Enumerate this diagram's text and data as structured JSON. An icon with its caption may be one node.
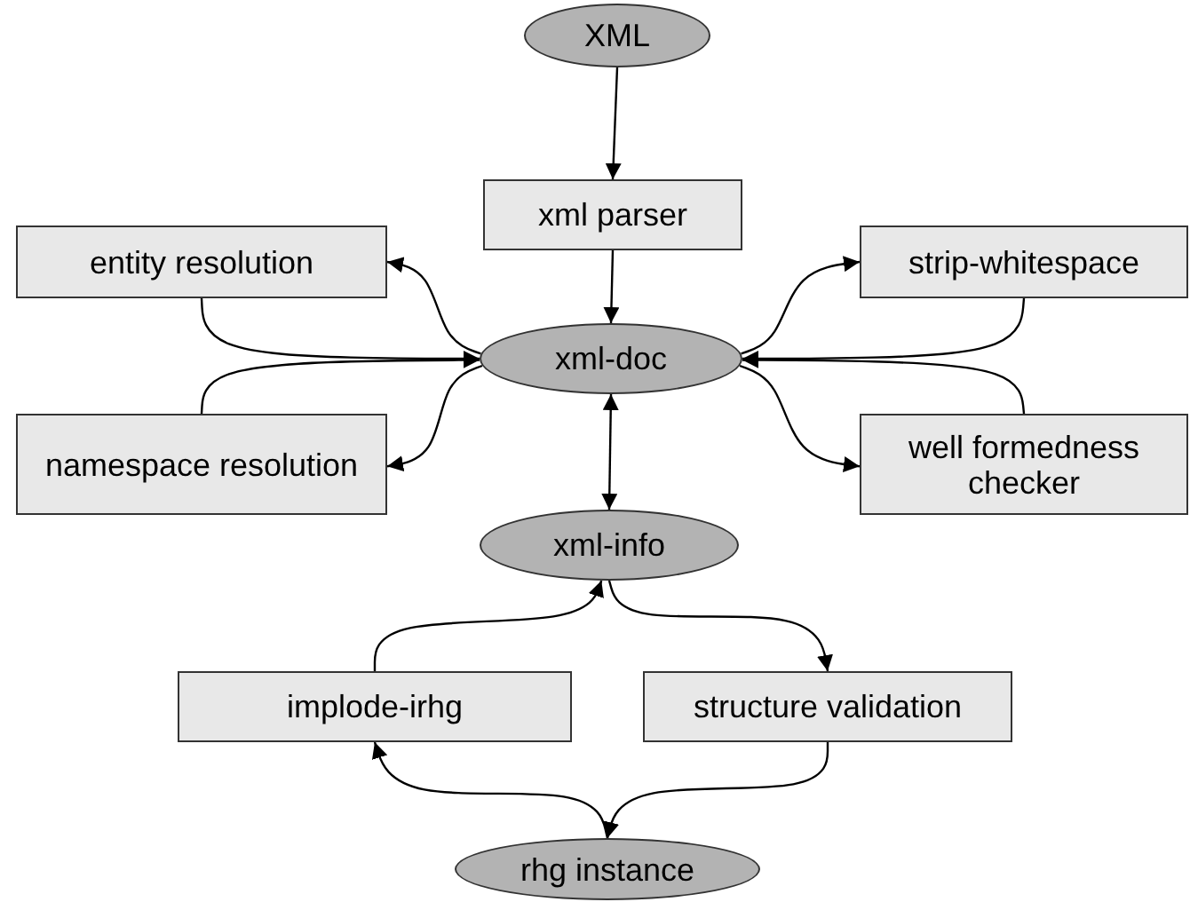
{
  "diagram": {
    "nodes": [
      {
        "text": [
          "XML"
        ]
      },
      {
        "text": [
          "xml parser"
        ]
      },
      {
        "text": [
          "entity resolution"
        ]
      },
      {
        "text": [
          "strip-whitespace"
        ]
      },
      {
        "text": [
          "xml-doc"
        ]
      },
      {
        "text": [
          "namespace resolution"
        ]
      },
      {
        "text": [
          "well formedness checker"
        ]
      },
      {
        "text": [
          "xml-info"
        ]
      },
      {
        "text": [
          "implode-irhg"
        ]
      },
      {
        "text": [
          "structure validation"
        ]
      },
      {
        "text": [
          "rhg instance"
        ]
      }
    ],
    "edges": [
      {
        "from": 0,
        "to": 1,
        "arrow": "to"
      },
      {
        "from": 1,
        "to": 4,
        "arrow": "to"
      },
      {
        "from": 4,
        "to": 2,
        "arrow": "to"
      },
      {
        "from": 2,
        "to": 4,
        "arrow": "to"
      },
      {
        "from": 5,
        "to": 4,
        "arrow": "to"
      },
      {
        "from": 4,
        "to": 5,
        "arrow": "to"
      },
      {
        "from": 4,
        "to": 3,
        "arrow": "to"
      },
      {
        "from": 3,
        "to": 4,
        "arrow": "to"
      },
      {
        "from": 6,
        "to": 4,
        "arrow": "to"
      },
      {
        "from": 4,
        "to": 6,
        "arrow": "to"
      },
      {
        "from": 4,
        "to": 7,
        "arrow": "both"
      },
      {
        "from": 7,
        "to": 9,
        "arrow": "to"
      },
      {
        "from": 9,
        "to": 10,
        "arrow": "to"
      },
      {
        "from": 10,
        "to": 8,
        "arrow": "to"
      },
      {
        "from": 8,
        "to": 7,
        "arrow": "to"
      }
    ]
  }
}
